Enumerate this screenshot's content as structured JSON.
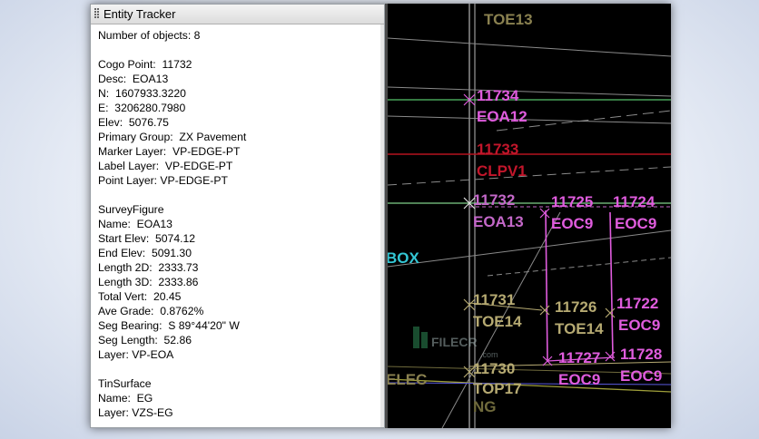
{
  "panel": {
    "title": "Entity Tracker",
    "lines": [
      "Number of objects: 8",
      "",
      "Cogo Point:  11732",
      "Desc:  EOA13",
      "N:  1607933.3220",
      "E:  3206280.7980",
      "Elev:  5076.75",
      "Primary Group:  ZX Pavement",
      "Marker Layer:  VP-EDGE-PT",
      "Label Layer:  VP-EDGE-PT",
      "Point Layer: VP-EDGE-PT",
      "",
      "SurveyFigure",
      "Name:  EOA13",
      "Start Elev:  5074.12",
      "End Elev:  5091.30",
      "Length 2D:  2333.73",
      "Length 3D:  2333.86",
      "Total Vert:  20.45",
      "Ave Grade:  0.8762%",
      "Seg Bearing:  S 89°44'20\" W",
      "Seg Length:  52.86",
      "Layer: VP-EOA",
      "",
      "TinSurface",
      "Name:  EG",
      "Layer: VZS-EG"
    ]
  },
  "canvas": {
    "labels": [
      {
        "id": "toe13",
        "text": "TOE13",
        "color": "#8a8150",
        "kind": "desc"
      },
      {
        "id": "p11734",
        "text": "11734",
        "color": "#e05cde",
        "kind": "num"
      },
      {
        "id": "d11734",
        "text": "EOA12",
        "color": "#e05cde",
        "kind": "desc"
      },
      {
        "id": "p11733",
        "text": "11733",
        "color": "#c2162b",
        "kind": "num"
      },
      {
        "id": "d11733",
        "text": "CLPV1",
        "color": "#c2162b",
        "kind": "desc"
      },
      {
        "id": "p11732",
        "text": "11732",
        "color": "#c468c9",
        "kind": "num"
      },
      {
        "id": "d11732",
        "text": "EOA13",
        "color": "#c468c9",
        "kind": "desc"
      },
      {
        "id": "p11725",
        "text": "11725",
        "color": "#e05cde",
        "kind": "num"
      },
      {
        "id": "d11725",
        "text": "EOC9",
        "color": "#e05cde",
        "kind": "desc"
      },
      {
        "id": "p11724",
        "text": "11724",
        "color": "#e05cde",
        "kind": "num"
      },
      {
        "id": "d11724",
        "text": "EOC9",
        "color": "#e05cde",
        "kind": "desc"
      },
      {
        "id": "box",
        "text": "BOX",
        "color": "#33c6d4",
        "kind": "desc"
      },
      {
        "id": "p11731",
        "text": "11731",
        "color": "#b6aa72",
        "kind": "num"
      },
      {
        "id": "d11731",
        "text": "TOE14",
        "color": "#b6aa72",
        "kind": "desc"
      },
      {
        "id": "p11726",
        "text": "11726",
        "color": "#b6aa72",
        "kind": "num"
      },
      {
        "id": "d11726",
        "text": "TOE14",
        "color": "#b6aa72",
        "kind": "desc"
      },
      {
        "id": "p11722",
        "text": "11722",
        "color": "#e05cde",
        "kind": "num"
      },
      {
        "id": "d11722",
        "text": "EOC9",
        "color": "#e05cde",
        "kind": "desc"
      },
      {
        "id": "p11727",
        "text": "11727",
        "color": "#e05cde",
        "kind": "num"
      },
      {
        "id": "d11727",
        "text": "EOC9",
        "color": "#e05cde",
        "kind": "desc"
      },
      {
        "id": "p11728",
        "text": "11728",
        "color": "#e05cde",
        "kind": "num"
      },
      {
        "id": "d11728",
        "text": "EOC9",
        "color": "#e05cde",
        "kind": "desc"
      },
      {
        "id": "elec",
        "text": "ELEC",
        "color": "#8a8150",
        "kind": "desc"
      },
      {
        "id": "p11730",
        "text": "11730",
        "color": "#b6aa72",
        "kind": "num"
      },
      {
        "id": "d11730",
        "text": "TOP17",
        "color": "#b6aa72",
        "kind": "desc"
      },
      {
        "id": "ng",
        "text": "NG",
        "color": "#6f6a3c",
        "kind": "desc"
      }
    ]
  },
  "watermark": {
    "text": "FILECR",
    "sub": ".com"
  },
  "colors": {
    "canvas_bg": "#000000",
    "green_line": "#55c46a",
    "red_line": "#b5121f",
    "magenta_line": "#e05cde",
    "yellow_line": "#c8c84a",
    "white_line": "#d8d8d8",
    "gray_line": "#8a8a8a"
  }
}
